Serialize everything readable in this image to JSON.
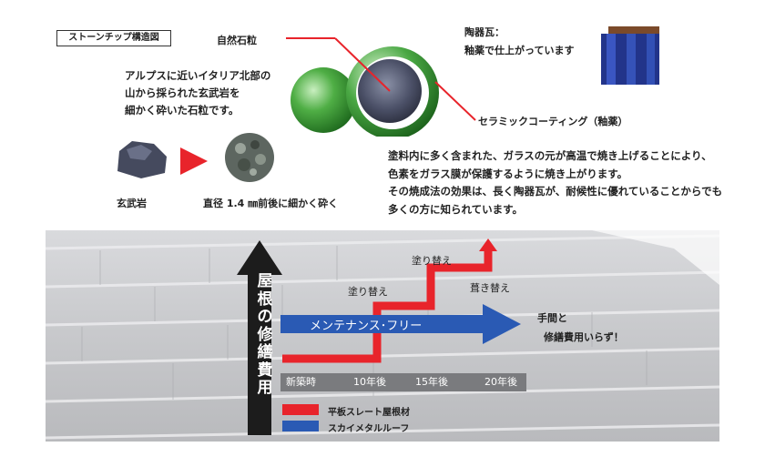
{
  "diagram": {
    "title_box": "ストーンチップ構造図",
    "label_stone": "自然石粒",
    "label_ceramic": "陶器瓦：",
    "label_ceramic_sub": "釉薬で仕上がっています",
    "label_coating": "セラミックコーティング（釉薬）",
    "intro_lines": [
      "アルプスに近いイタリア北部の",
      "山から採られた玄武岩を",
      "細かく砕いた石粒です。"
    ],
    "basalt_label": "玄武岩",
    "crushed_label": "直径 1.4 ㎜前後に細かく砕く",
    "description_lines": [
      "塗料内に多く含まれた、ガラスの元が高温で焼き上げることにより、",
      "色素をガラス膜が保護するように焼き上がります。",
      "その焼成法の効果は、長く陶器瓦が、耐候性に優れていることからでも",
      "多くの方に知られています。"
    ]
  },
  "chart": {
    "y_label": "屋根の修繕費用",
    "annotation_paint_1": "塗り替え",
    "annotation_paint_2": "塗り替え",
    "annotation_reroof": "葺き替え",
    "blue_arrow_label": "メンテナンス･フリー",
    "note_line1": "手間と",
    "note_line2": "修繕費用いらず！",
    "timeline": [
      "新築時",
      "10年後",
      "15年後",
      "20年後"
    ],
    "legend": [
      {
        "label": "平板スレート屋根材",
        "color": "#e8242b"
      },
      {
        "label": "スカイメタルルーフ",
        "color": "#2a5ab4"
      }
    ]
  },
  "colors": {
    "red": "#e8242b",
    "blue": "#2a5ab4",
    "green": "#3f9a3a",
    "dark": "#1c1c1c"
  }
}
